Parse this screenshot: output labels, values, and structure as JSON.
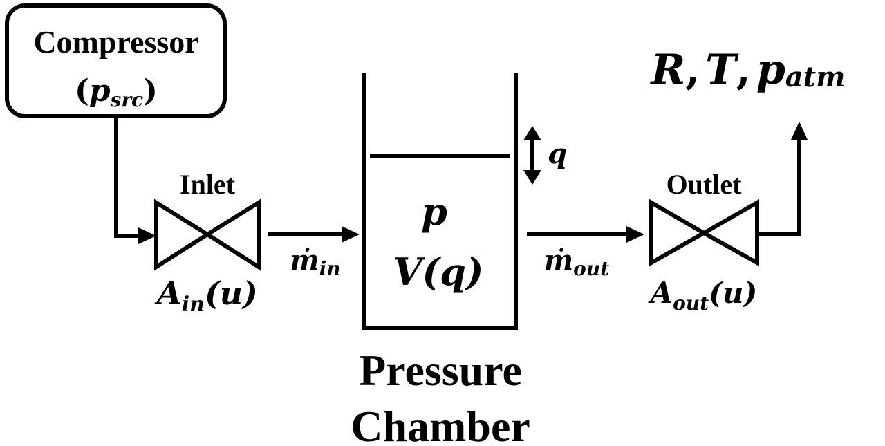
{
  "compressor": {
    "label": "Compressor",
    "pressure_symbol": "p",
    "pressure_subscript": "src"
  },
  "inlet": {
    "label": "Inlet",
    "area_symbol": "A",
    "area_subscript": "in",
    "area_argument": "(u)"
  },
  "outlet": {
    "label": "Outlet",
    "area_symbol": "A",
    "area_subscript": "out",
    "area_argument": "(u)"
  },
  "flow_in": {
    "symbol": "ṁ",
    "subscript": "in"
  },
  "flow_out": {
    "symbol": "ṁ",
    "subscript": "out"
  },
  "chamber": {
    "pressure_symbol": "p",
    "volume_symbol": "V",
    "volume_argument": "(q)",
    "piston_symbol": "q",
    "title_line1": "Pressure",
    "title_line2": "Chamber"
  },
  "environment": {
    "gas_constant": "R",
    "temperature": "T",
    "atm_symbol": "p",
    "atm_subscript": "atm",
    "separator": ","
  }
}
